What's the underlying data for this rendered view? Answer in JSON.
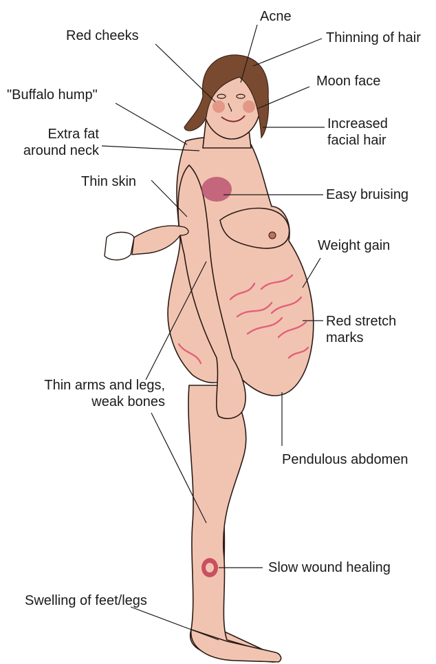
{
  "labels": {
    "acne": "Acne",
    "red_cheeks": "Red cheeks",
    "thinning_hair": "Thinning of hair",
    "buffalo_hump": "\"Buffalo hump\"",
    "moon_face": "Moon face",
    "extra_fat_l1": "Extra fat",
    "extra_fat_l2": "around neck",
    "facial_hair_l1": "Increased",
    "facial_hair_l2": "facial hair",
    "thin_skin": "Thin skin",
    "easy_bruising": "Easy bruising",
    "weight_gain": "Weight gain",
    "stretch_l1": "Red stretch",
    "stretch_l2": "marks",
    "thin_arms_l1": "Thin arms and legs,",
    "thin_arms_l2": "weak bones",
    "pendulous": "Pendulous abdomen",
    "wound": "Slow wound healing",
    "swelling": "Swelling of feet/legs"
  },
  "colors": {
    "skin": "#f1c4b2",
    "skin_dark": "#e6ad98",
    "hair": "#7a4a30",
    "stretch": "#e2607a",
    "bruise": "#b4476a",
    "outline": "#2a1a14"
  }
}
